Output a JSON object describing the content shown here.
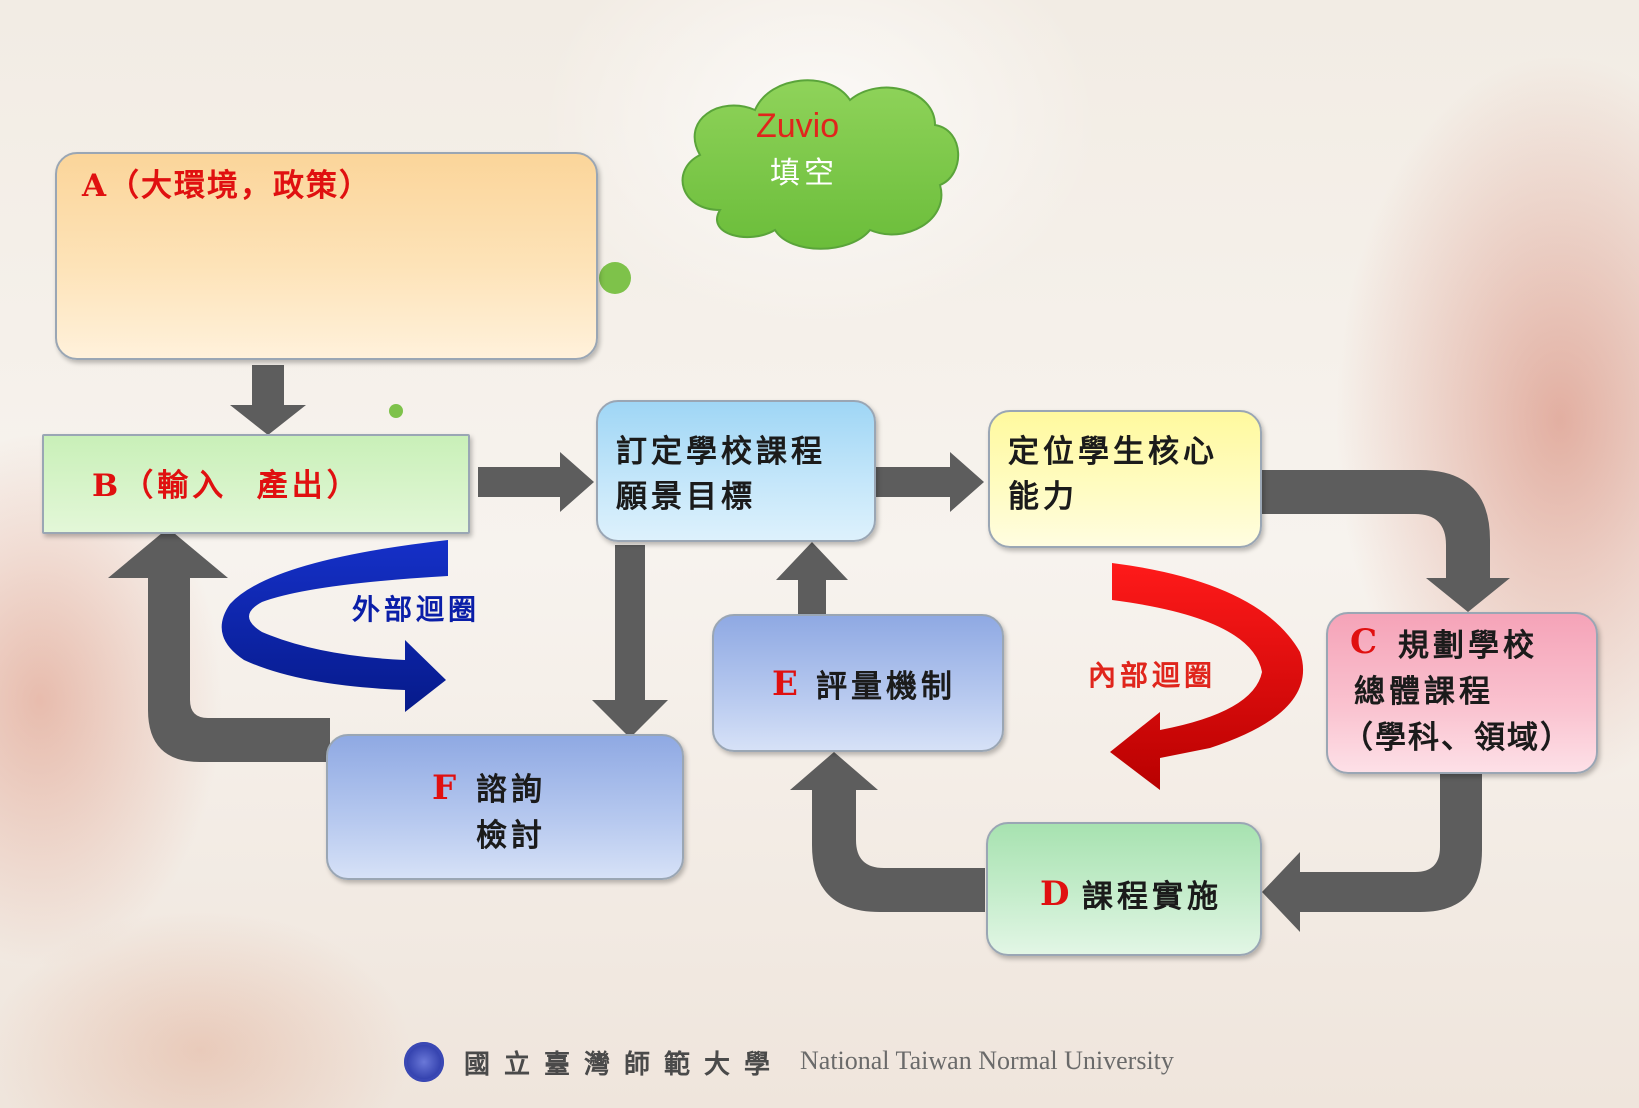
{
  "cloud": {
    "line1": "Zuvio",
    "line2": "填空"
  },
  "box_a": {
    "label": "A（大環境，政策）"
  },
  "box_b": {
    "label": "B（輸入  產出）"
  },
  "box_vision": {
    "line1": "訂定學校課程",
    "line2": "願景目標"
  },
  "box_core": {
    "line1": "定位學生核心",
    "line2": "能力"
  },
  "box_c": {
    "letter": "C",
    "line1": "規劃學校",
    "line2": "總體課程",
    "line3": "（學科、領域）"
  },
  "box_d": {
    "letter": "D",
    "label": "課程實施"
  },
  "box_e": {
    "letter": "E",
    "label": "評量機制"
  },
  "box_f": {
    "letter": "F",
    "line1": "諮詢",
    "line2": "檢討"
  },
  "loops": {
    "outer": "外部迴圈",
    "inner": "內部迴圈"
  },
  "footer": {
    "school_zh": "國立臺灣師範大學",
    "school_en": "National Taiwan Normal University"
  },
  "colors": {
    "letter_red": "#e01010",
    "outer_loop": "#0a1ea8",
    "inner_loop": "#d40000",
    "arrow_gray": "#5d5d5d"
  }
}
